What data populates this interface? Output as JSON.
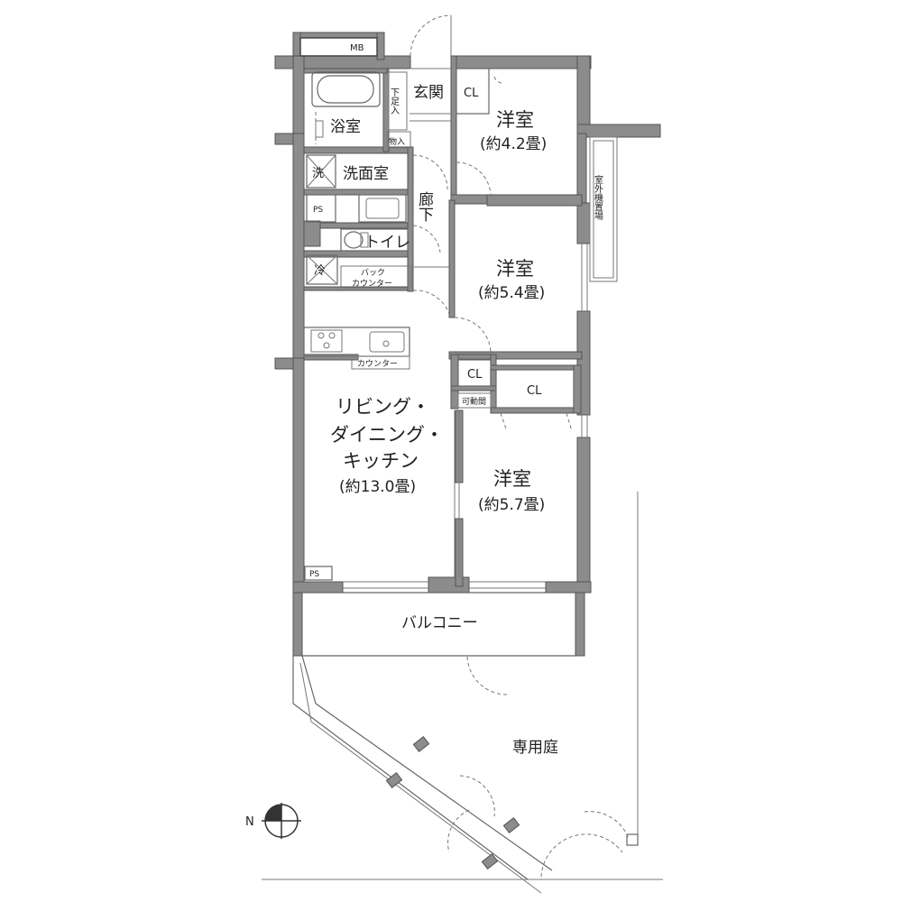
{
  "rooms": {
    "mb": "MB",
    "entrance": "玄関",
    "shoe_storage": "下足入",
    "storage": "物入",
    "bathroom": "浴室",
    "washing_machine": "洗",
    "washroom": "洗面室",
    "hallway": "廊下",
    "ps_top": "PS",
    "toilet": "トイレ",
    "fridge": "冷",
    "back_counter_1": "バック",
    "back_counter_2": "カウンター",
    "counter": "カウンター",
    "cl_1": "CL",
    "western1_name": "洋室",
    "western1_size": "(約4.2畳)",
    "outdoor_unit": "室外機置場",
    "western2_name": "洋室",
    "western2_size": "(約5.4畳)",
    "cl_2": "CL",
    "cl_3": "CL",
    "movable_partition": "可動間",
    "ldk_line1": "リビング・",
    "ldk_line2": "ダイニング・",
    "ldk_line3": "キッチン",
    "ldk_size": "(約13.0畳)",
    "western3_name": "洋室",
    "western3_size": "(約5.7畳)",
    "ps_bottom": "PS",
    "balcony": "バルコニー",
    "garden": "専用庭"
  },
  "compass": {
    "north": "N"
  }
}
